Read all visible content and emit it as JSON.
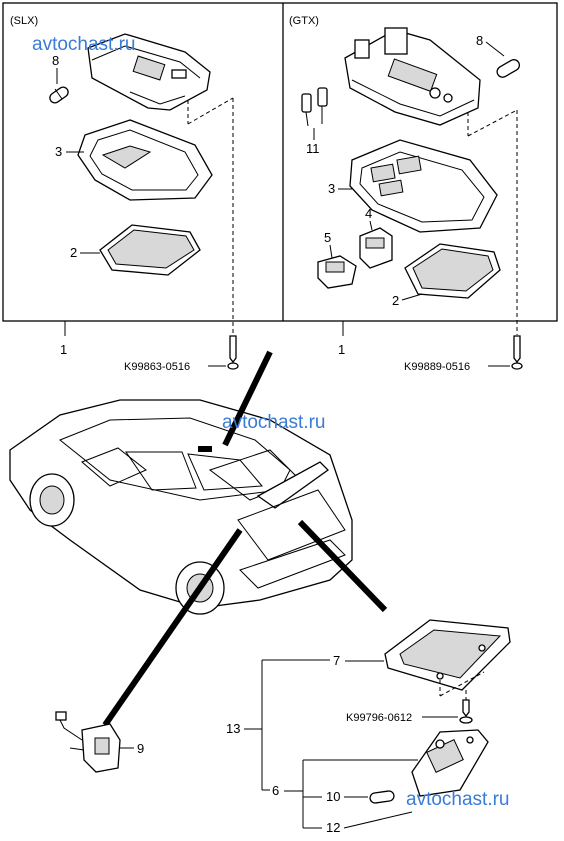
{
  "panels": {
    "left_title": "(SLX)",
    "right_title": "(GTX)"
  },
  "callouts": {
    "c1_left": "1",
    "c1_right": "1",
    "c2_left": "2",
    "c2_right": "2",
    "c3_left": "3",
    "c3_right": "3",
    "c4": "4",
    "c5": "5",
    "c6": "6",
    "c7": "7",
    "c8_left": "8",
    "c8_right": "8",
    "c9": "9",
    "c10": "10",
    "c11": "11",
    "c12": "12",
    "c13": "13"
  },
  "part_numbers": {
    "screw_left": "K99863-0516",
    "screw_right": "K99889-0516",
    "screw_trunk": "K99796-0612"
  },
  "watermarks": {
    "top": "avtochast.ru",
    "middle": "avtochast.ru",
    "bottom": "avtochast.ru"
  }
}
